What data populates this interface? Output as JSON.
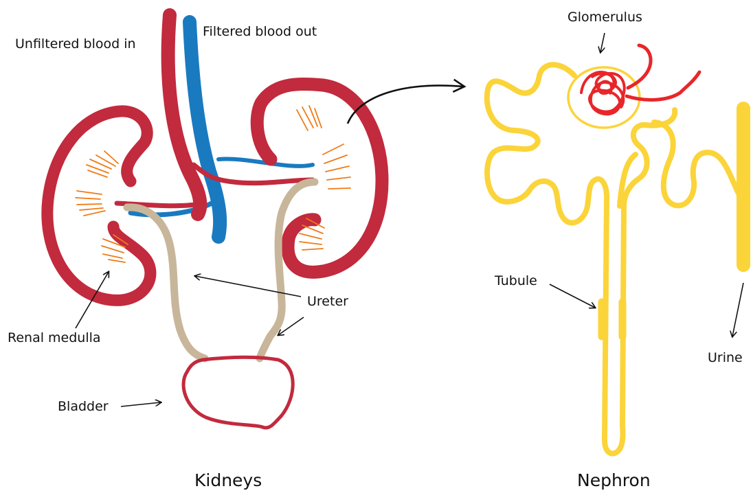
{
  "labels": {
    "unfiltered_blood_in": "Unfiltered blood in",
    "filtered_blood_out": "Filtered blood out",
    "glomerulus": "Glomerulus",
    "ureter": "Ureter",
    "renal_medulla": "Renal medulla",
    "bladder": "Bladder",
    "tubule": "Tubule",
    "urine": "Urine"
  },
  "captions": {
    "kidneys": "Kidneys",
    "nephron": "Nephron"
  },
  "colors": {
    "artery": "#c22a3d",
    "vein": "#1a7ac0",
    "medulla": "#f07a16",
    "ureter": "#c8b69b",
    "nephron_tubule": "#fbd43a",
    "glomerulus_capillary": "#e8262a",
    "text": "#111111",
    "background": "#ffffff"
  }
}
